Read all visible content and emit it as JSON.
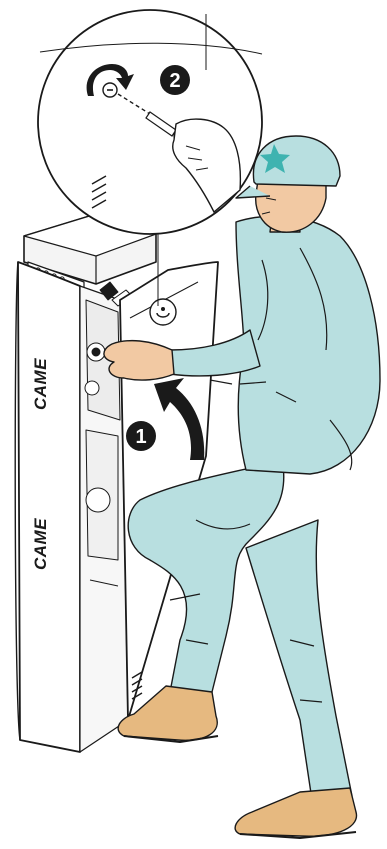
{
  "diagram": {
    "brand_label_upper": "CAME",
    "brand_label_lower": "CAME",
    "step_one": "1",
    "step_two": "2",
    "colors": {
      "uniform": "#b8dfe0",
      "cap_star": "#3fb3b0",
      "boots": "#e6b980",
      "skin": "#f2c9a3",
      "outline": "#1a1a1a",
      "cabinet": "#ffffff"
    },
    "icons": {
      "rotation": "curved-arrow-icon",
      "lift": "curved-arrow-icon",
      "key": "key-icon",
      "lock": "lock-icon"
    }
  }
}
